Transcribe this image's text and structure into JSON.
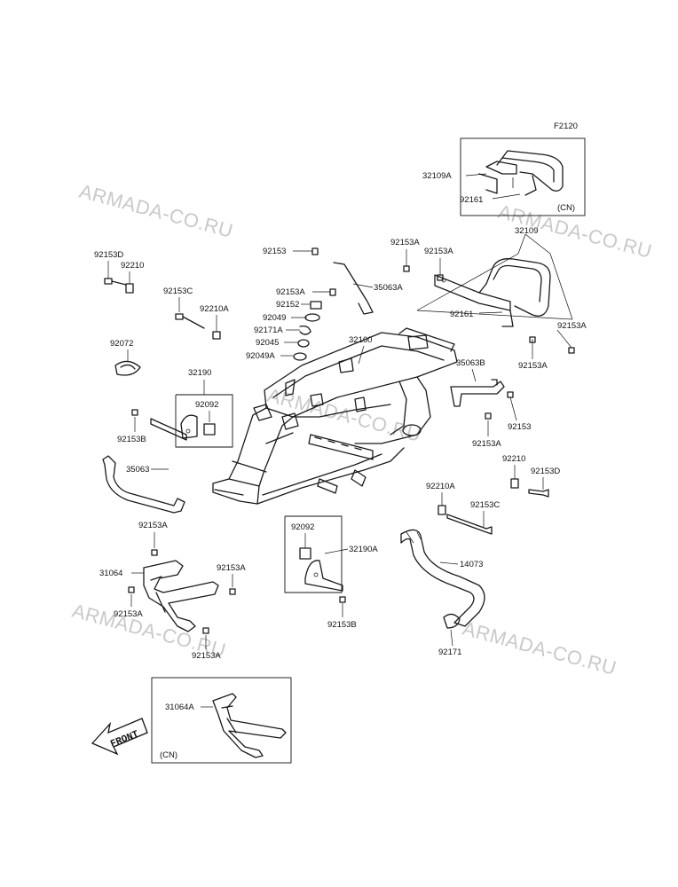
{
  "figure_code": "F2120",
  "front_label": "FRONT",
  "cn_note": "(CN)",
  "watermark": "ARMADA-CO.RU",
  "labels": {
    "p32109A": "32109A",
    "p92161_top": "92161",
    "p32109": "32109",
    "p92153A_a": "92153A",
    "p92153A_b": "92153A",
    "p92161": "92161",
    "p92153A_c": "92153A",
    "p92153A_d": "92153A",
    "p92153D_a": "92153D",
    "p92210_a": "92210",
    "p92153_a": "92153",
    "p35063A": "35063A",
    "p92153A_e": "92153A",
    "p92152": "92152",
    "p92153C_a": "92153C",
    "p92210A_a": "92210A",
    "p92049": "92049",
    "p92171A": "92171A",
    "p92045": "92045",
    "p92049A": "92049A",
    "p32160": "32160",
    "p92072": "92072",
    "p35063B": "35063B",
    "p32190": "32190",
    "p92092_a": "92092",
    "p92153": "92153",
    "p92153B_a": "92153B",
    "p92153A_f": "92153A",
    "p92210_b": "92210",
    "p92153D_b": "92153D",
    "p35063": "35063",
    "p92210A_b": "92210A",
    "p92153C_b": "92153C",
    "p92153A_g": "92153A",
    "p92092_b": "92092",
    "p32190A": "32190A",
    "p14073": "14073",
    "p31064": "31064",
    "p92153A_h": "92153A",
    "p92153A_i": "92153A",
    "p92153B_b": "92153B",
    "p92153A_j": "92153A",
    "p92171": "92171",
    "p31064A": "31064A"
  }
}
